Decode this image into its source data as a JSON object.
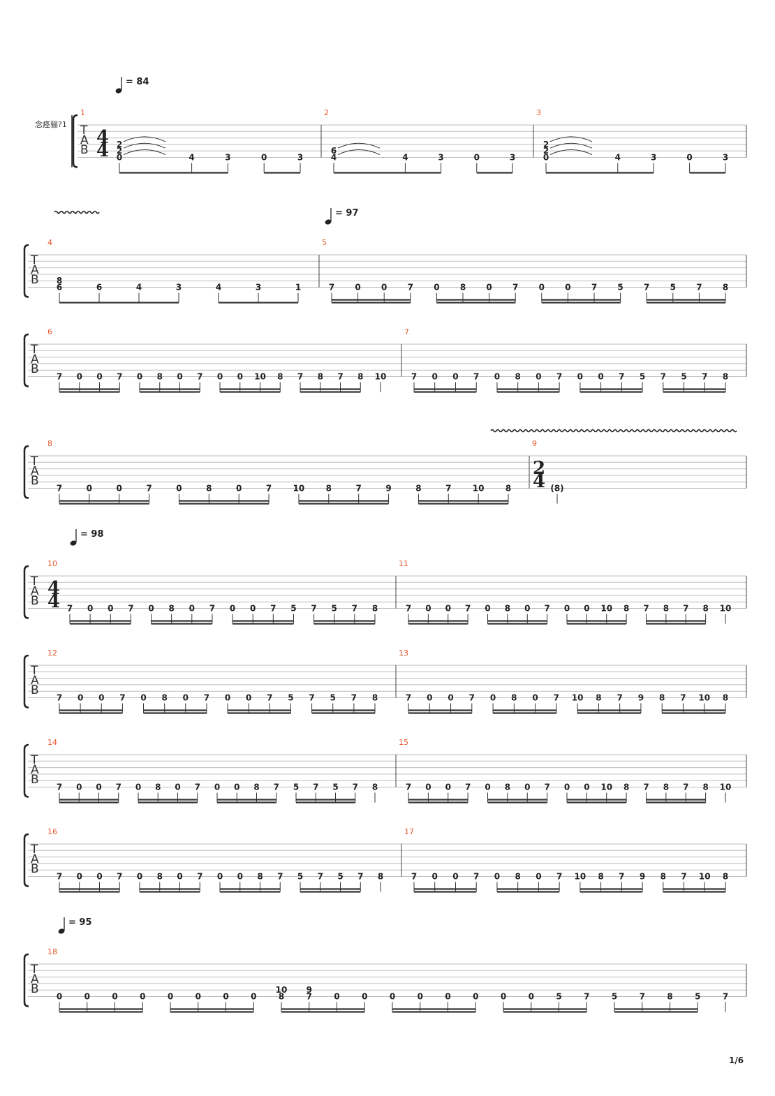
{
  "page": {
    "track_name": "念痉骊?1",
    "page_number": "1/6"
  },
  "systems": [
    {
      "tempo": "84",
      "time_sig": "4/4",
      "vibrato": [],
      "bars": [
        {
          "num": "1",
          "notes": [
            "0,2,2",
            "",
            "4",
            "3",
            "0",
            "3"
          ],
          "ties": [
            [
              0,
              1
            ]
          ]
        },
        {
          "num": "2",
          "notes": [
            "4,6",
            "",
            "4",
            "3",
            "0",
            "3"
          ],
          "ties": [
            [
              0,
              1
            ]
          ]
        },
        {
          "num": "3",
          "notes": [
            "0,2,2",
            "",
            "4",
            "3",
            "0",
            "3"
          ],
          "ties": [
            [
              0,
              1
            ]
          ]
        }
      ]
    },
    {
      "tempo": "97",
      "tempo_bar": 1,
      "vibrato": [
        0
      ],
      "bars": [
        {
          "num": "4",
          "notes": [
            "6,8",
            "6",
            "4",
            "3",
            "4",
            "3",
            "1"
          ]
        },
        {
          "num": "5",
          "notes": [
            "7",
            "0",
            "0",
            "7",
            "0",
            "8",
            "0",
            "7",
            "0",
            "0",
            "7",
            "5",
            "7",
            "5",
            "7",
            "8"
          ]
        }
      ]
    },
    {
      "bars": [
        {
          "num": "6",
          "notes": [
            "7",
            "0",
            "0",
            "7",
            "0",
            "8",
            "0",
            "7",
            "0",
            "0",
            "10",
            "8",
            "7",
            "8",
            "7",
            "8",
            "10"
          ]
        },
        {
          "num": "7",
          "notes": [
            "7",
            "0",
            "0",
            "7",
            "0",
            "8",
            "0",
            "7",
            "0",
            "0",
            "7",
            "5",
            "7",
            "5",
            "7",
            "8"
          ]
        }
      ]
    },
    {
      "vibrato": [
        1
      ],
      "bars": [
        {
          "num": "8",
          "notes": [
            "7",
            "0",
            "0",
            "7",
            "0",
            "8",
            "0",
            "7",
            "10",
            "8",
            "7",
            "9",
            "8",
            "7",
            "10",
            "8"
          ]
        },
        {
          "num": "9",
          "time_sig": "2/4",
          "notes": [
            "(8)"
          ]
        }
      ]
    },
    {
      "tempo": "98",
      "time_sig": "4/4",
      "bars": [
        {
          "num": "10",
          "notes": [
            "7",
            "0",
            "0",
            "7",
            "0",
            "8",
            "0",
            "7",
            "0",
            "0",
            "7",
            "5",
            "7",
            "5",
            "7",
            "8"
          ]
        },
        {
          "num": "11",
          "notes": [
            "7",
            "0",
            "0",
            "7",
            "0",
            "8",
            "0",
            "7",
            "0",
            "0",
            "10",
            "8",
            "7",
            "8",
            "7",
            "8",
            "10"
          ]
        }
      ]
    },
    {
      "bars": [
        {
          "num": "12",
          "notes": [
            "7",
            "0",
            "0",
            "7",
            "0",
            "8",
            "0",
            "7",
            "0",
            "0",
            "7",
            "5",
            "7",
            "5",
            "7",
            "8"
          ]
        },
        {
          "num": "13",
          "notes": [
            "7",
            "0",
            "0",
            "7",
            "0",
            "8",
            "0",
            "7",
            "10",
            "8",
            "7",
            "9",
            "8",
            "7",
            "10",
            "8"
          ]
        }
      ]
    },
    {
      "bars": [
        {
          "num": "14",
          "notes": [
            "7",
            "0",
            "0",
            "7",
            "0",
            "8",
            "0",
            "7",
            "0",
            "0",
            "8",
            "7",
            "5",
            "7",
            "5",
            "7",
            "8"
          ]
        },
        {
          "num": "15",
          "notes": [
            "7",
            "0",
            "0",
            "7",
            "0",
            "8",
            "0",
            "7",
            "0",
            "0",
            "10",
            "8",
            "7",
            "8",
            "7",
            "8",
            "10"
          ]
        }
      ]
    },
    {
      "bars": [
        {
          "num": "16",
          "notes": [
            "7",
            "0",
            "0",
            "7",
            "0",
            "8",
            "0",
            "7",
            "0",
            "0",
            "8",
            "7",
            "5",
            "7",
            "5",
            "7",
            "8"
          ]
        },
        {
          "num": "17",
          "notes": [
            "7",
            "0",
            "0",
            "7",
            "0",
            "8",
            "0",
            "7",
            "10",
            "8",
            "7",
            "9",
            "8",
            "7",
            "10",
            "8"
          ]
        }
      ]
    },
    {
      "tempo": "95",
      "bars": [
        {
          "num": "18",
          "notes": [
            "0",
            "0",
            "0",
            "0",
            "0",
            "0",
            "0",
            "0",
            "8,10",
            "7,9",
            "0",
            "0",
            "0",
            "0",
            "0",
            "0",
            "0",
            "0",
            "5",
            "7",
            "5",
            "7",
            "8",
            "5",
            "7"
          ]
        }
      ]
    }
  ]
}
